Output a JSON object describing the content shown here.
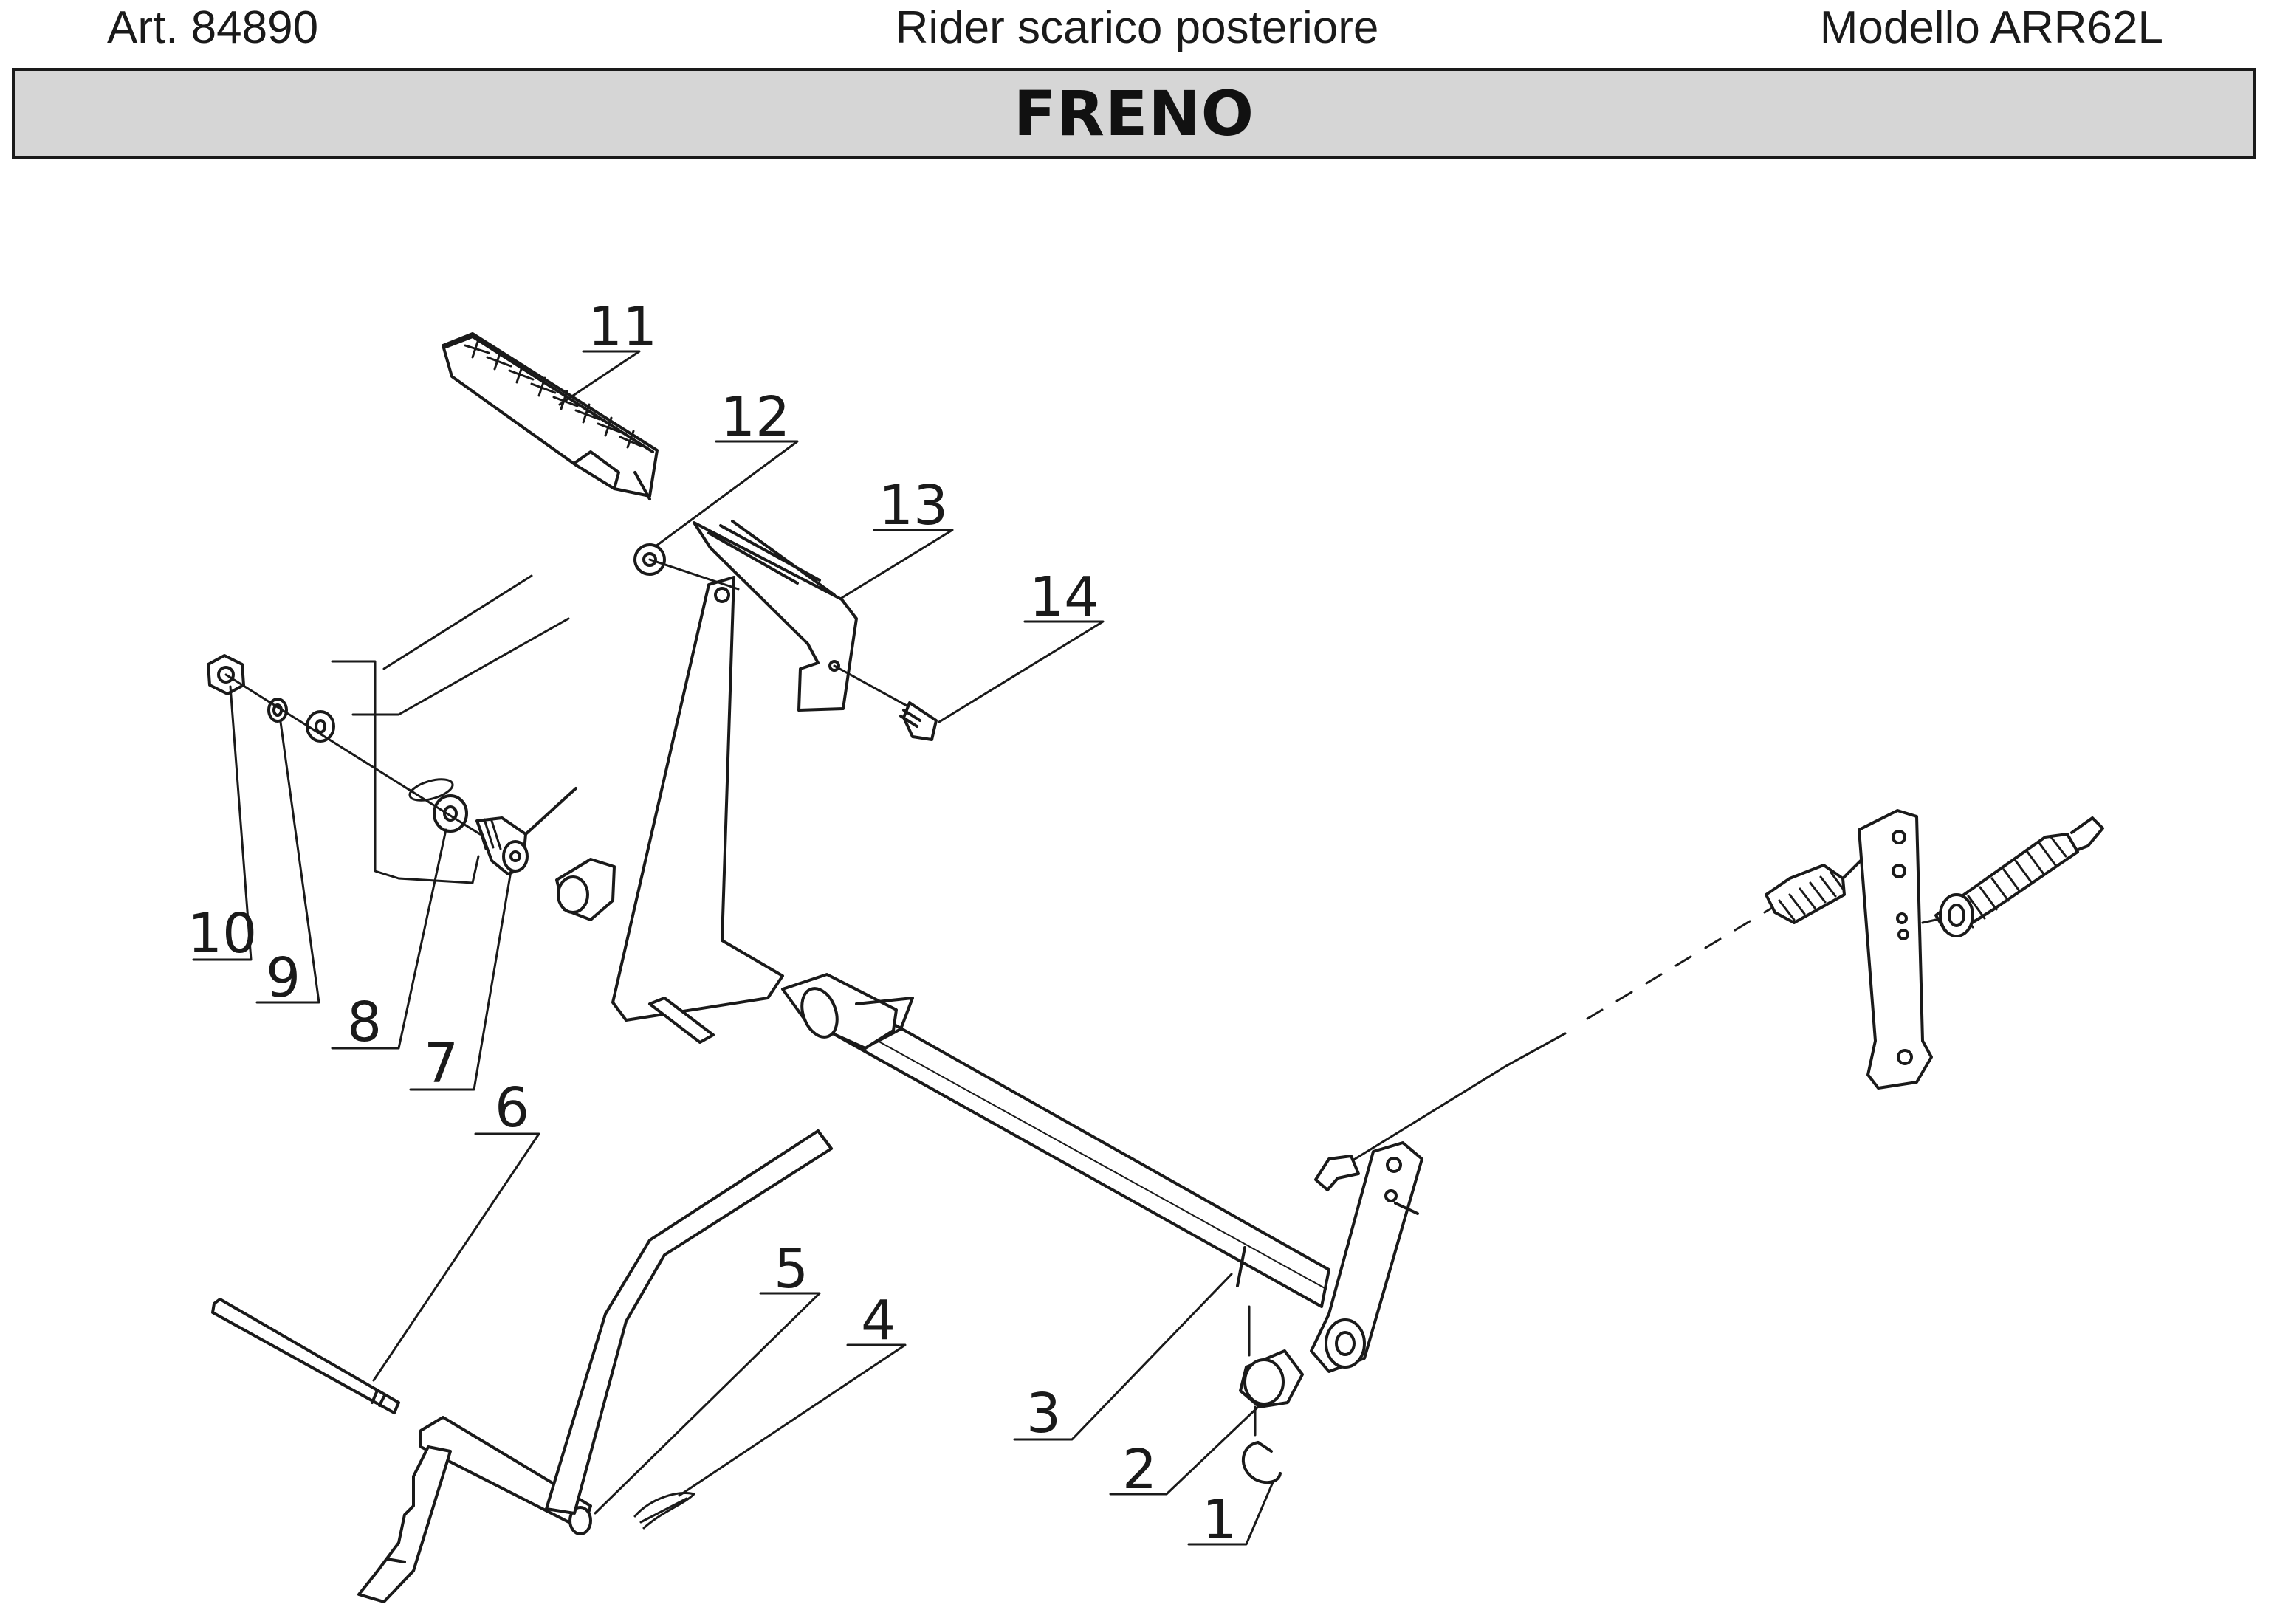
{
  "header": {
    "article": "Art. 84890",
    "product": "Rider scarico posteriore",
    "model": "Modello ARR62L"
  },
  "section_title": "FRENO",
  "callouts": [
    {
      "id": "c1",
      "label": "1"
    },
    {
      "id": "c2",
      "label": "2"
    },
    {
      "id": "c3",
      "label": "3"
    },
    {
      "id": "c4",
      "label": "4"
    },
    {
      "id": "c5",
      "label": "5"
    },
    {
      "id": "c6",
      "label": "6"
    },
    {
      "id": "c7",
      "label": "7"
    },
    {
      "id": "c8",
      "label": "8"
    },
    {
      "id": "c9",
      "label": "9"
    },
    {
      "id": "c10",
      "label": "10"
    },
    {
      "id": "c11",
      "label": "11"
    },
    {
      "id": "c12",
      "label": "12"
    },
    {
      "id": "c13",
      "label": "13"
    },
    {
      "id": "c14",
      "label": "14"
    }
  ]
}
